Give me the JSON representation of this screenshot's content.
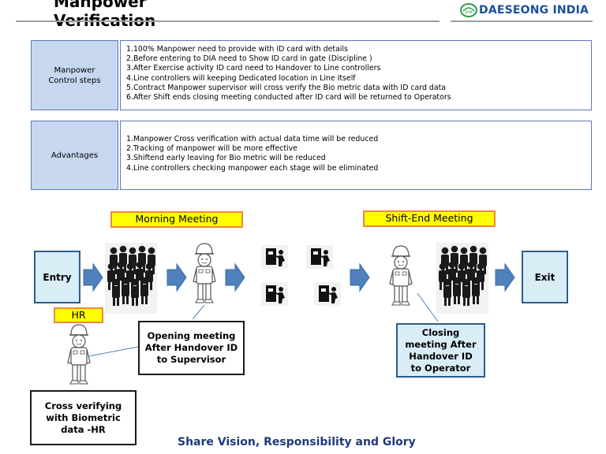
{
  "header": {
    "title": "Manpower Verification",
    "company": "DAESEONG INDIA",
    "logo_initials": "DIA"
  },
  "control_steps": {
    "label": "Manpower Control steps",
    "lines": [
      "1.100% Manpower need to provide with ID card with details",
      "2.Before entering to DIA need to Show ID card in gate (Discipline )",
      "3.After Exercise activity ID card need to Handover to Line controllers",
      "4.Line controllers will keeping Dedicated location in Line Itself",
      "5.Contract Manpower supervisor will cross verify the Bio metric data with ID card data",
      "6.After Shift ends closing meeting conducted after ID card will be returned to Operators"
    ]
  },
  "advantages": {
    "label": "Advantages",
    "lines": [
      "1.Manpower Cross verification with actual data time will be reduced",
      "2.Tracking of manpower will be more effective",
      "3.Shiftend early leaving for Bio metric will be reduced",
      "4.Line controllers checking manpower each stage will be eliminated"
    ]
  },
  "flow": {
    "morning_meeting": "Morning Meeting",
    "shift_end_meeting": "Shift-End Meeting",
    "entry": "Entry",
    "exit": "Exit",
    "hr": "HR",
    "opening_note": "Opening meeting After Handover ID to Supervisor",
    "closing_note": "Closing meeting After Handover ID to Operator",
    "hr_note": "Cross verifying with Biometric data -HR"
  },
  "footer": "Share Vision, Responsibility and Glory",
  "colors": {
    "label_fill": "#c6d7ef",
    "border_blue": "#5b7bb0",
    "arrow_blue": "#4f81bd",
    "meeting_fill": "#ffff00",
    "meeting_border": "#f0883a",
    "footer_text": "#1f3a7a",
    "logo_green": "#2e9e4a"
  }
}
